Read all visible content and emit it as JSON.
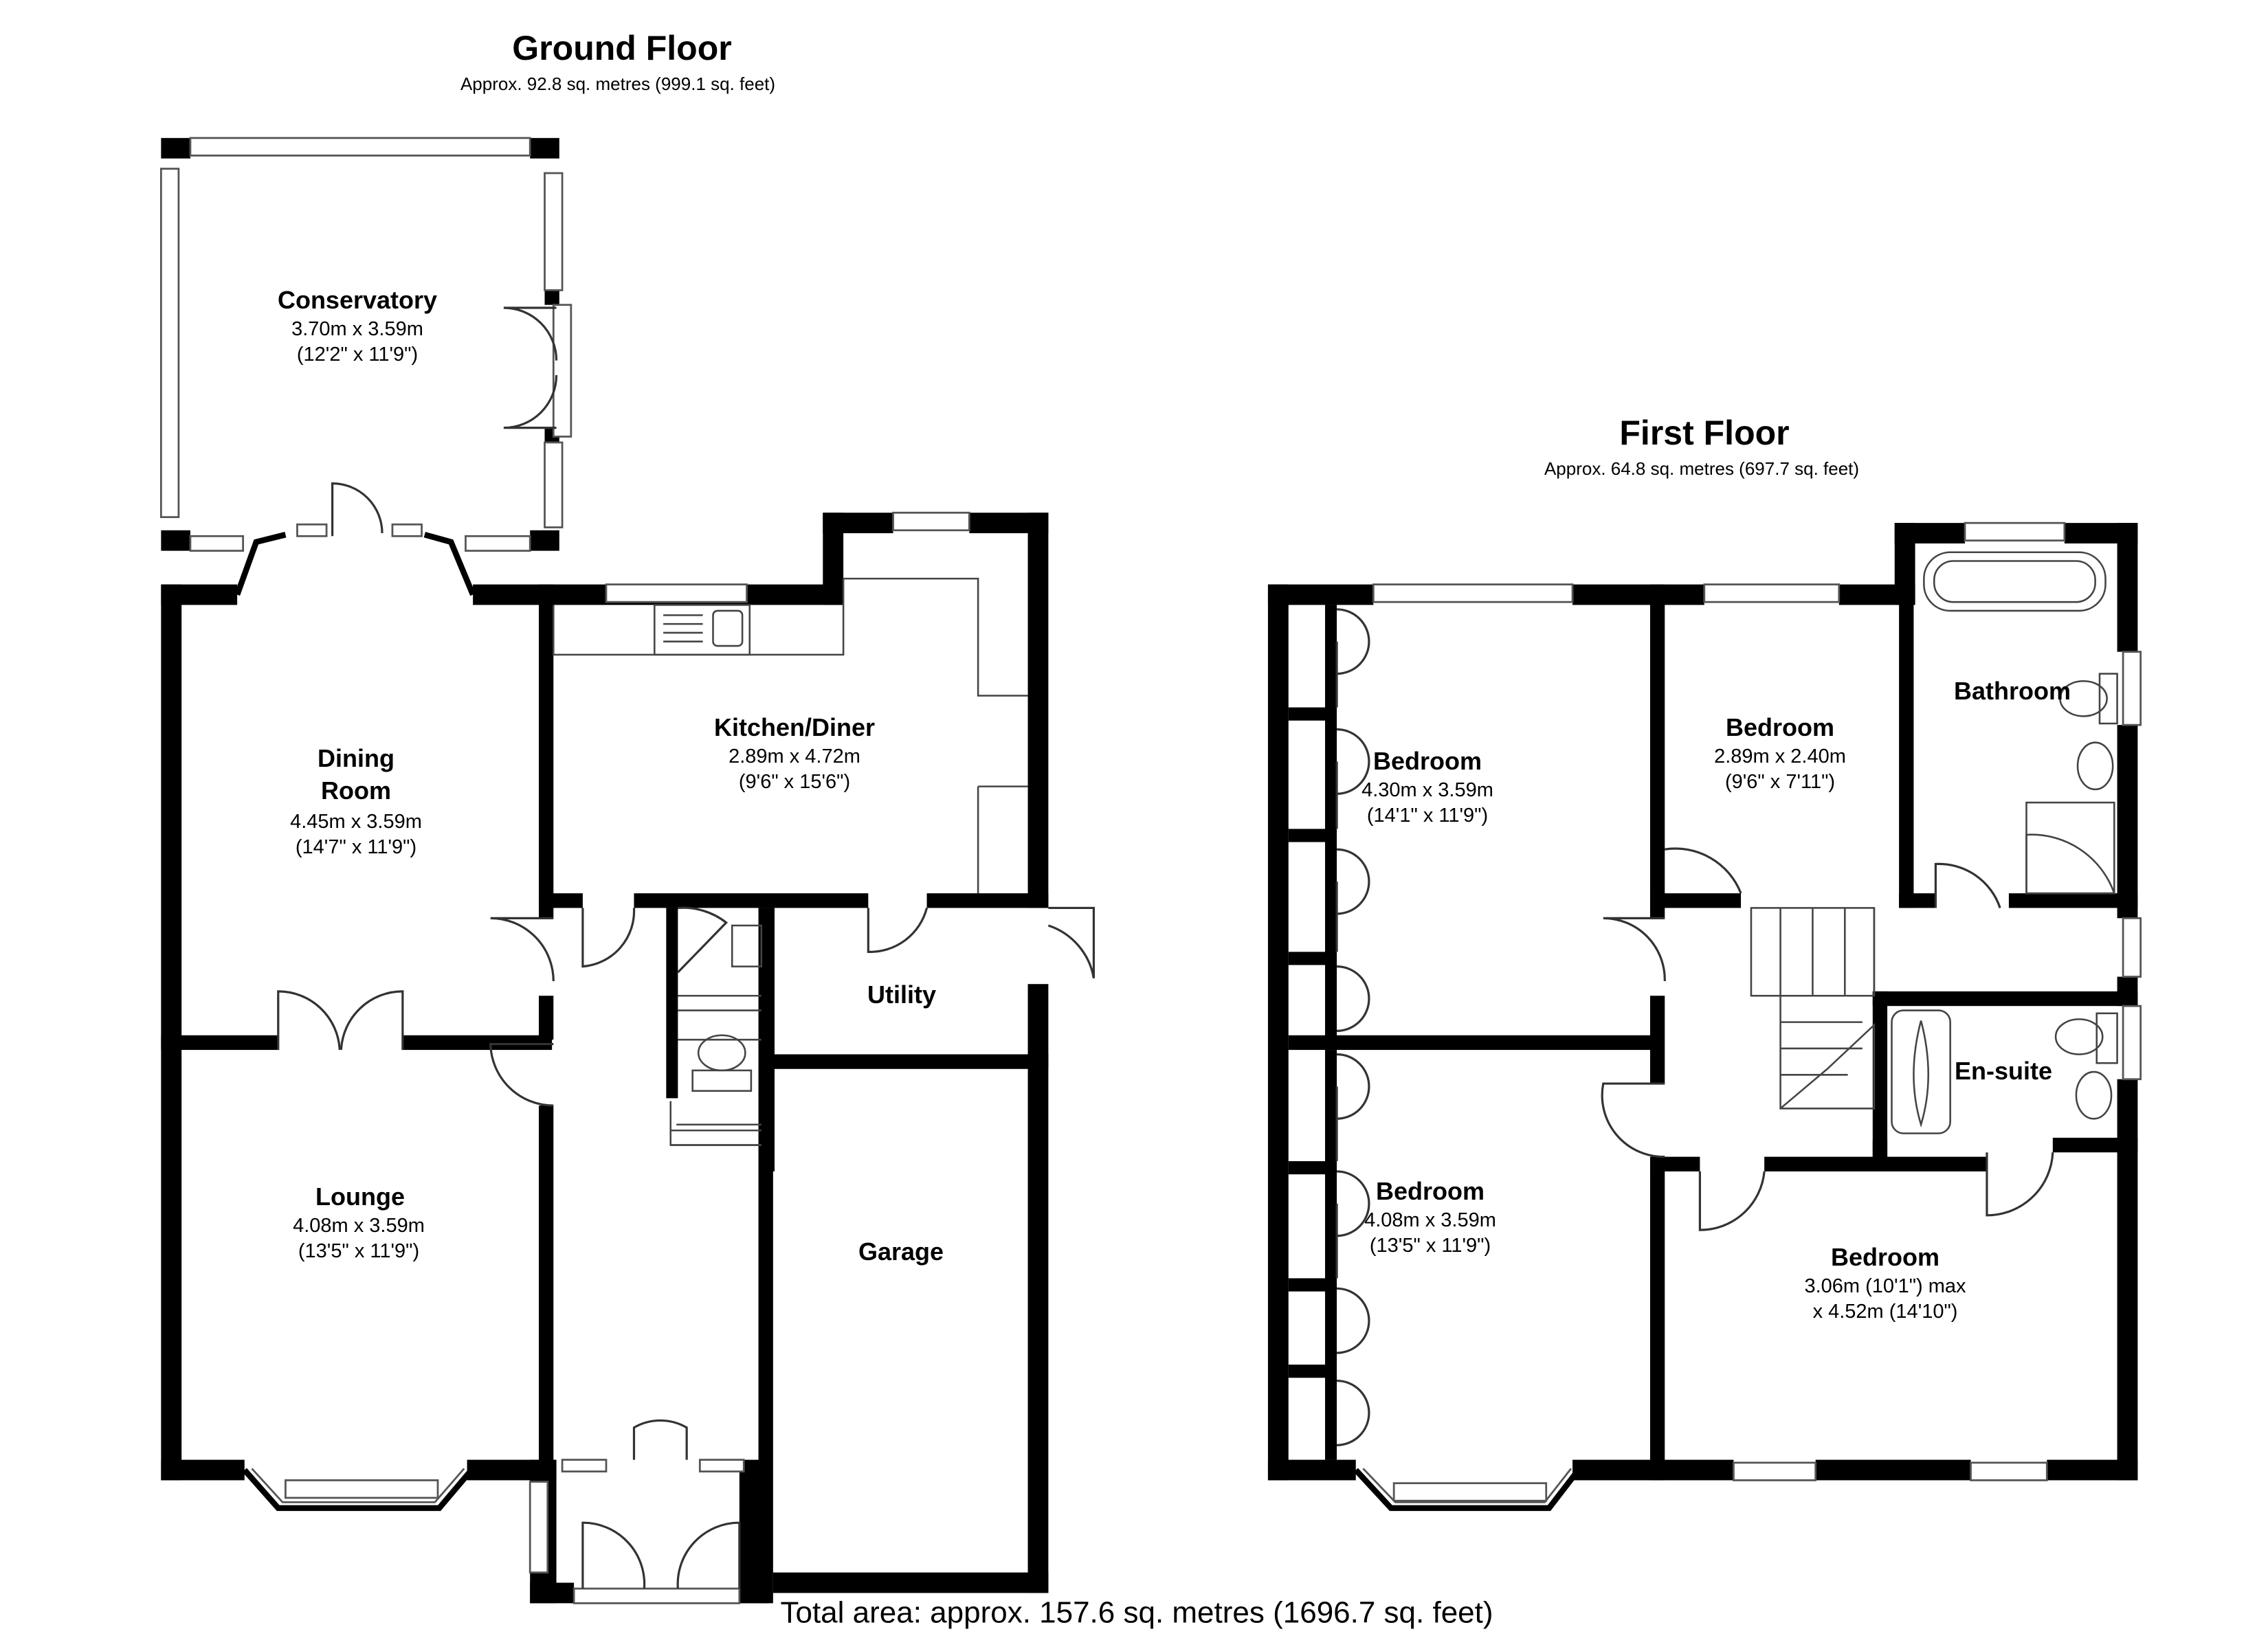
{
  "ground_floor": {
    "title": "Ground Floor",
    "area": "Approx. 92.8 sq. metres (999.1 sq. feet)",
    "rooms": {
      "conservatory": {
        "name": "Conservatory",
        "dim1": "3.70m x 3.59m",
        "dim2": "(12'2\" x 11'9\")"
      },
      "dining": {
        "name1": "Dining",
        "name2": "Room",
        "dim1": "4.45m x 3.59m",
        "dim2": "(14'7\" x 11'9\")"
      },
      "kitchen": {
        "name": "Kitchen/Diner",
        "dim1": "2.89m x 4.72m",
        "dim2": "(9'6\" x 15'6\")"
      },
      "utility": {
        "name": "Utility"
      },
      "lounge": {
        "name": "Lounge",
        "dim1": "4.08m x 3.59m",
        "dim2": "(13'5\" x 11'9\")"
      },
      "garage": {
        "name": "Garage"
      }
    }
  },
  "first_floor": {
    "title": "First Floor",
    "area": "Approx. 64.8 sq. metres (697.7 sq. feet)",
    "rooms": {
      "bedroom1": {
        "name": "Bedroom",
        "dim1": "4.30m x 3.59m",
        "dim2": "(14'1\" x 11'9\")"
      },
      "bedroom2": {
        "name": "Bedroom",
        "dim1": "2.89m x 2.40m",
        "dim2": "(9'6\" x 7'11\")"
      },
      "bathroom": {
        "name": "Bathroom"
      },
      "ensuite": {
        "name": "En-suite"
      },
      "bedroom3": {
        "name": "Bedroom",
        "dim1": "4.08m x 3.59m",
        "dim2": "(13'5\" x 11'9\")"
      },
      "bedroom4": {
        "name": "Bedroom",
        "dim1": "3.06m (10'1\") max",
        "dim2": "x 4.52m (14'10\")"
      }
    }
  },
  "total": "Total area: approx. 157.6 sq. metres (1696.7 sq. feet)",
  "colors": {
    "wall": "#000000",
    "window_frame": "#555555",
    "fixture": "#444444",
    "background": "#ffffff"
  }
}
